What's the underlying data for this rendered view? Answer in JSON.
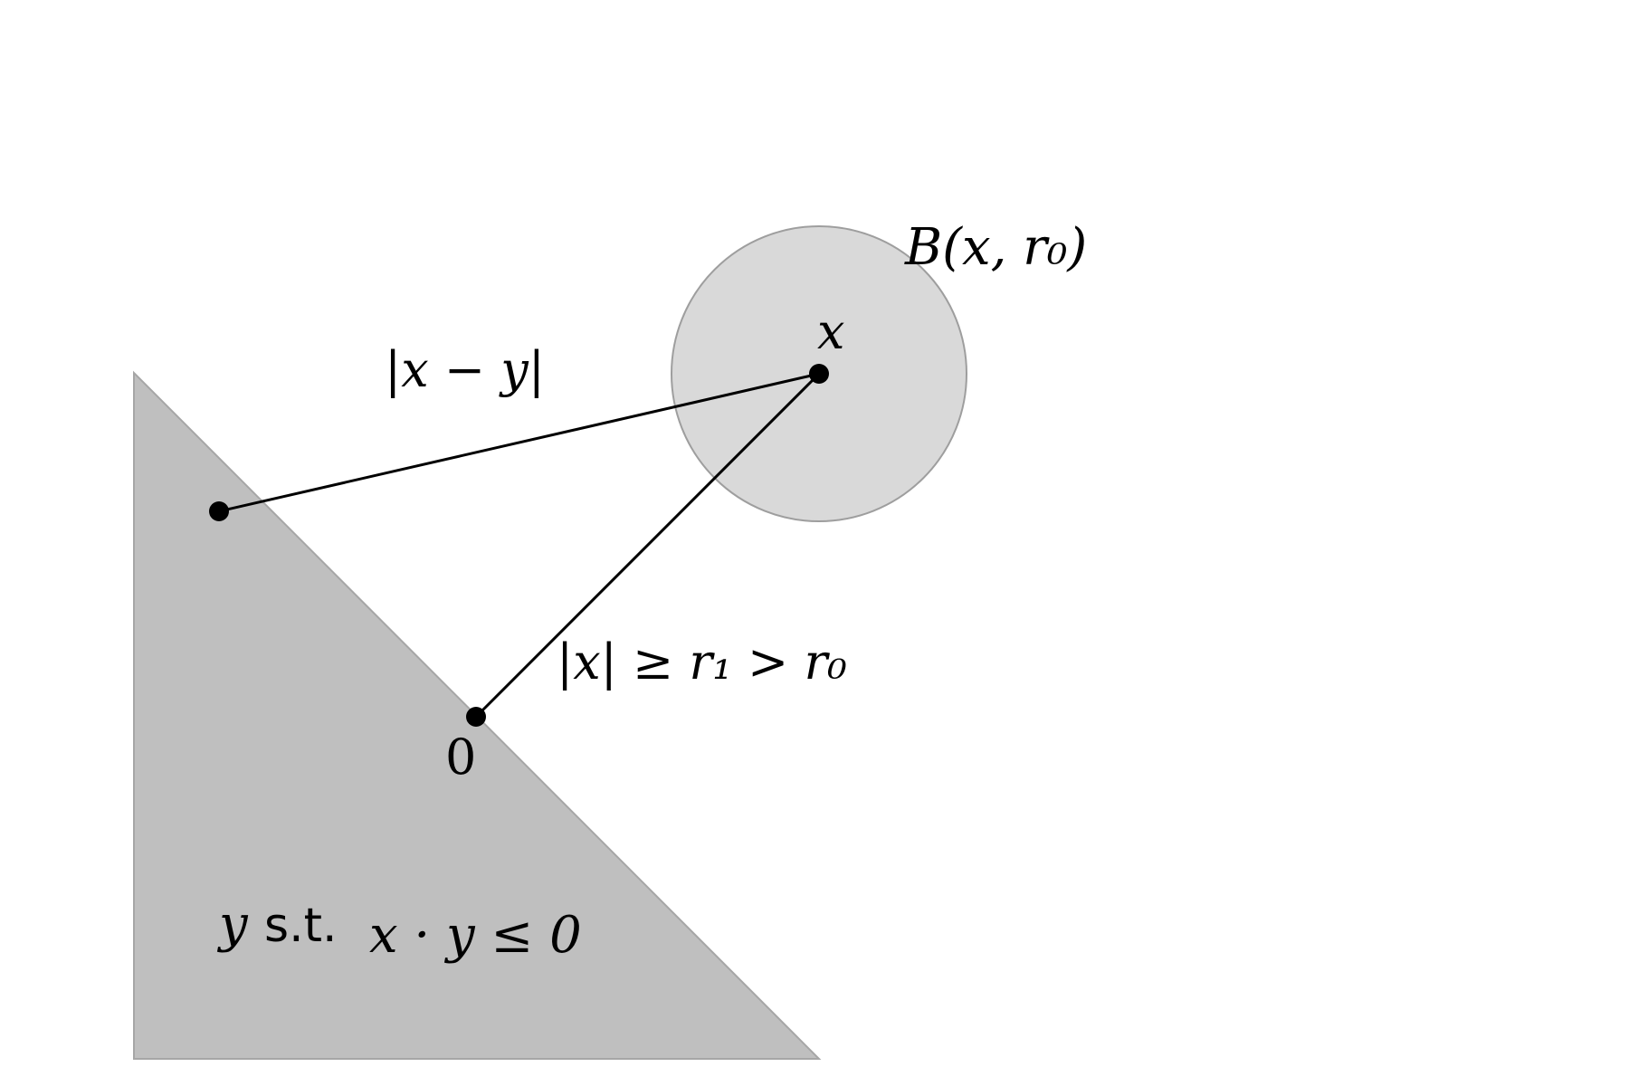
{
  "colors": {
    "half_space_fill": "#bfbfbf",
    "half_space_edge": "#a6a6a6",
    "ball_fill": "#d9d9d9",
    "ball_edge": "#9e9e9e",
    "ink": "#000000"
  },
  "labels": {
    "ball": "B(x, r₀)",
    "point_x": "x",
    "origin": "0",
    "distance_x_y": "|x − y|",
    "norm_condition": "|x| ≥ r₁ > r₀",
    "region_var": "y",
    "region_st": "s.t.",
    "region_condition": "x · y ≤ 0"
  }
}
